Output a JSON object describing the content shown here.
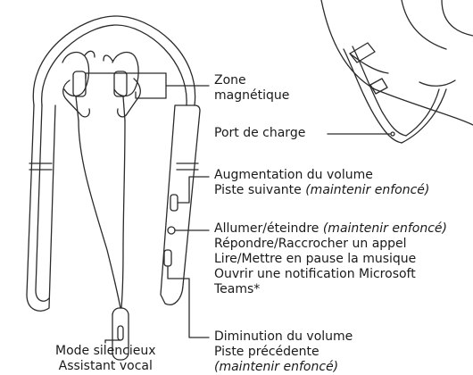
{
  "labels": {
    "magnetic_zone": [
      "Zone",
      "magnétique"
    ],
    "charging_port": "Port de charge",
    "volume_up": {
      "line1": "Augmentation du volume",
      "line2_plain": "Piste suivante ",
      "line2_italic": "(maintenir enfoncé)"
    },
    "multifunction": {
      "line1_plain": "Allumer/éteindre ",
      "line1_italic": "(maintenir enfoncé)",
      "line2": "Répondre/Raccrocher un appel",
      "line3": "Lire/Mettre en pause la musique",
      "line4": "Ouvrir une notification Microsoft",
      "line5": "Teams*"
    },
    "volume_down": {
      "line1": "Diminution du volume",
      "line2": "Piste précédente",
      "line3_italic": "(maintenir enfoncé)"
    },
    "mute": [
      "Mode silencieux",
      "Assistant vocal"
    ]
  }
}
